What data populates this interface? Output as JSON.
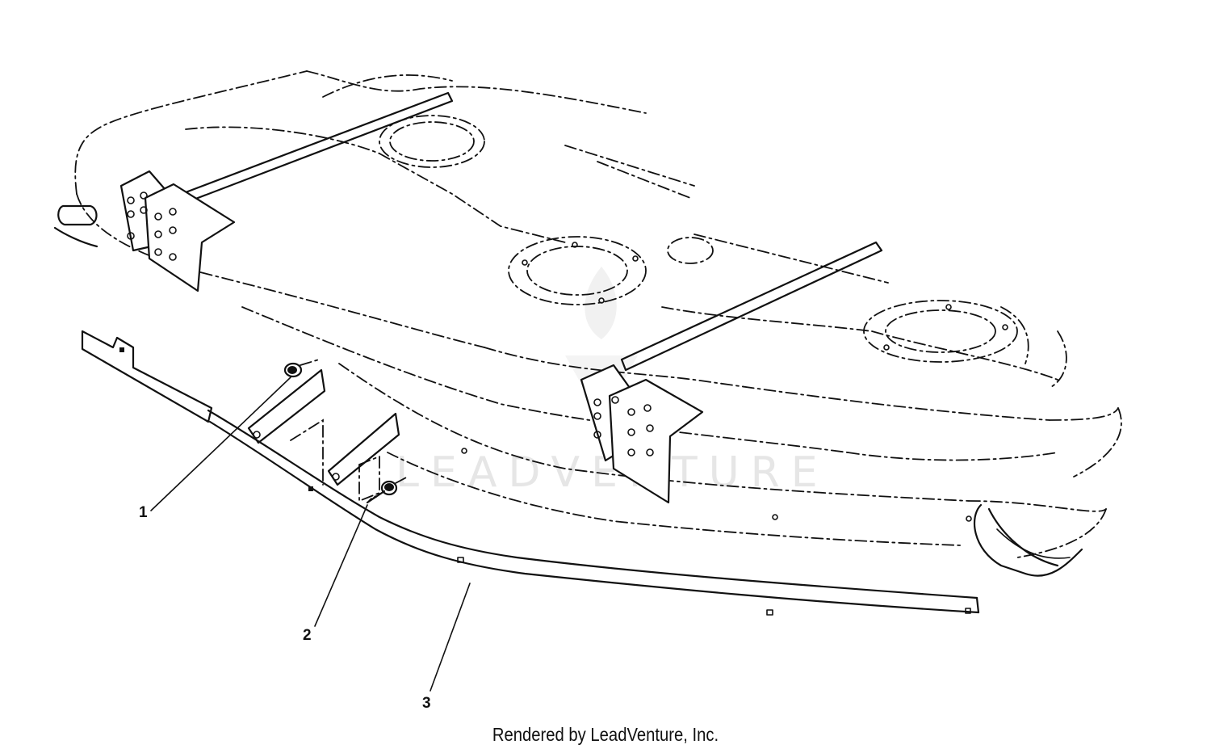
{
  "diagram": {
    "callouts": [
      {
        "number": "1"
      },
      {
        "number": "2"
      },
      {
        "number": "3"
      }
    ]
  },
  "watermark": {
    "text": "LEADVENTURE"
  },
  "footer": {
    "credit": "Rendered by LeadVenture, Inc."
  }
}
